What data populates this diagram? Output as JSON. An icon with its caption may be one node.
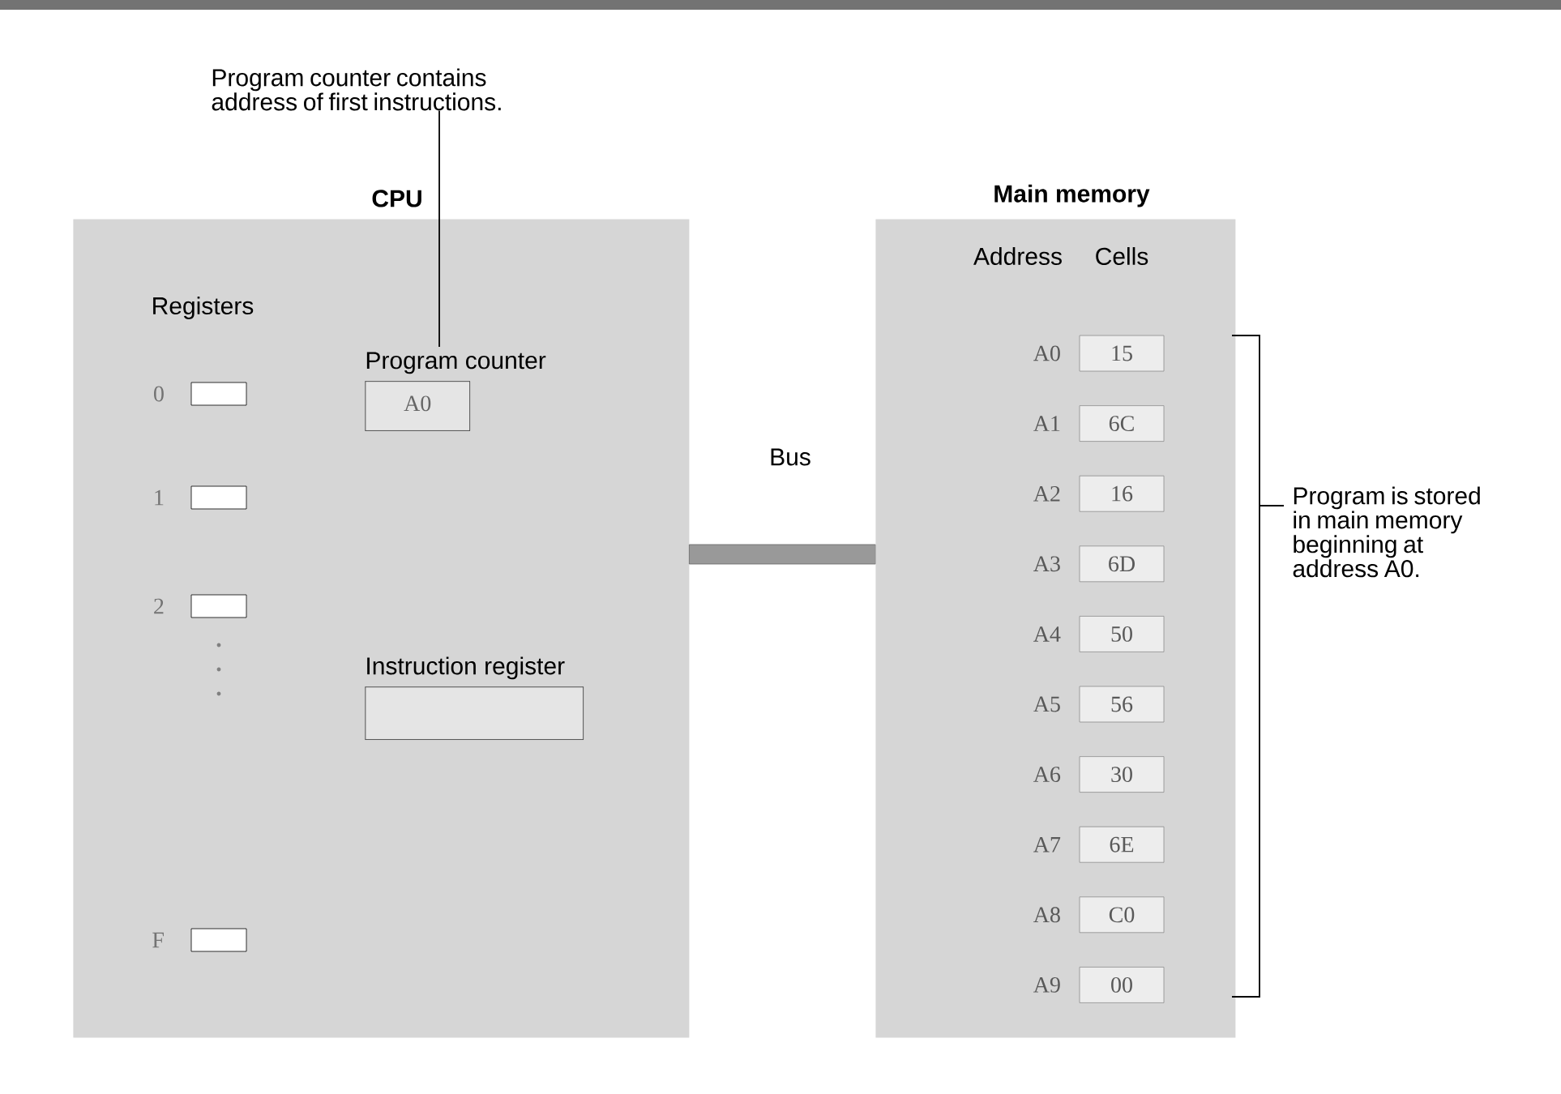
{
  "diagram": {
    "nodes": [
      {
        "text": [
          "Program counter contains address of first instructions."
        ]
      },
      {
        "text": [
          "CPU"
        ]
      },
      {
        "text": [],
        "shape": "box",
        "beside": [
          "0"
        ],
        "in": 1
      },
      {
        "text": [],
        "shape": "box",
        "beside": [
          "1"
        ],
        "in": 1
      },
      {
        "text": [],
        "shape": "box",
        "beside": [
          "2"
        ],
        "in": 1
      },
      {
        "text": [],
        "shape": "box",
        "beside": [
          "F"
        ],
        "in": 1
      },
      {
        "text": [
          "Program counter",
          "A0"
        ],
        "in": 1
      },
      {
        "text": [
          "Instruction register"
        ],
        "in": 1
      },
      {
        "text": [
          "Bus"
        ]
      },
      {
        "text": [
          "Main memory"
        ]
      },
      {
        "text": [
          "15"
        ],
        "beside": [
          "A0"
        ],
        "in": 9
      },
      {
        "text": [
          "6C"
        ],
        "beside": [
          "A1"
        ],
        "in": 9
      },
      {
        "text": [
          "16"
        ],
        "beside": [
          "A2"
        ],
        "in": 9
      },
      {
        "text": [
          "6D"
        ],
        "beside": [
          "A3"
        ],
        "in": 9
      },
      {
        "text": [
          "50"
        ],
        "beside": [
          "A4"
        ],
        "in": 9
      },
      {
        "text": [
          "56"
        ],
        "beside": [
          "A5"
        ],
        "in": 9
      },
      {
        "text": [
          "30"
        ],
        "beside": [
          "A6"
        ],
        "in": 9
      },
      {
        "text": [
          "6E"
        ],
        "beside": [
          "A7"
        ],
        "in": 9
      },
      {
        "text": [
          "C0"
        ],
        "beside": [
          "A8"
        ],
        "in": 9
      },
      {
        "text": [
          "00"
        ],
        "beside": [
          "A9"
        ],
        "in": 9
      }
    ],
    "edges": [
      {
        "from": 0,
        "to": 6,
        "arrow": "none"
      }
    ],
    "labels": [
      "Registers",
      "Address",
      "Cells",
      "Program is stored in main memory beginning at address A0."
    ]
  }
}
